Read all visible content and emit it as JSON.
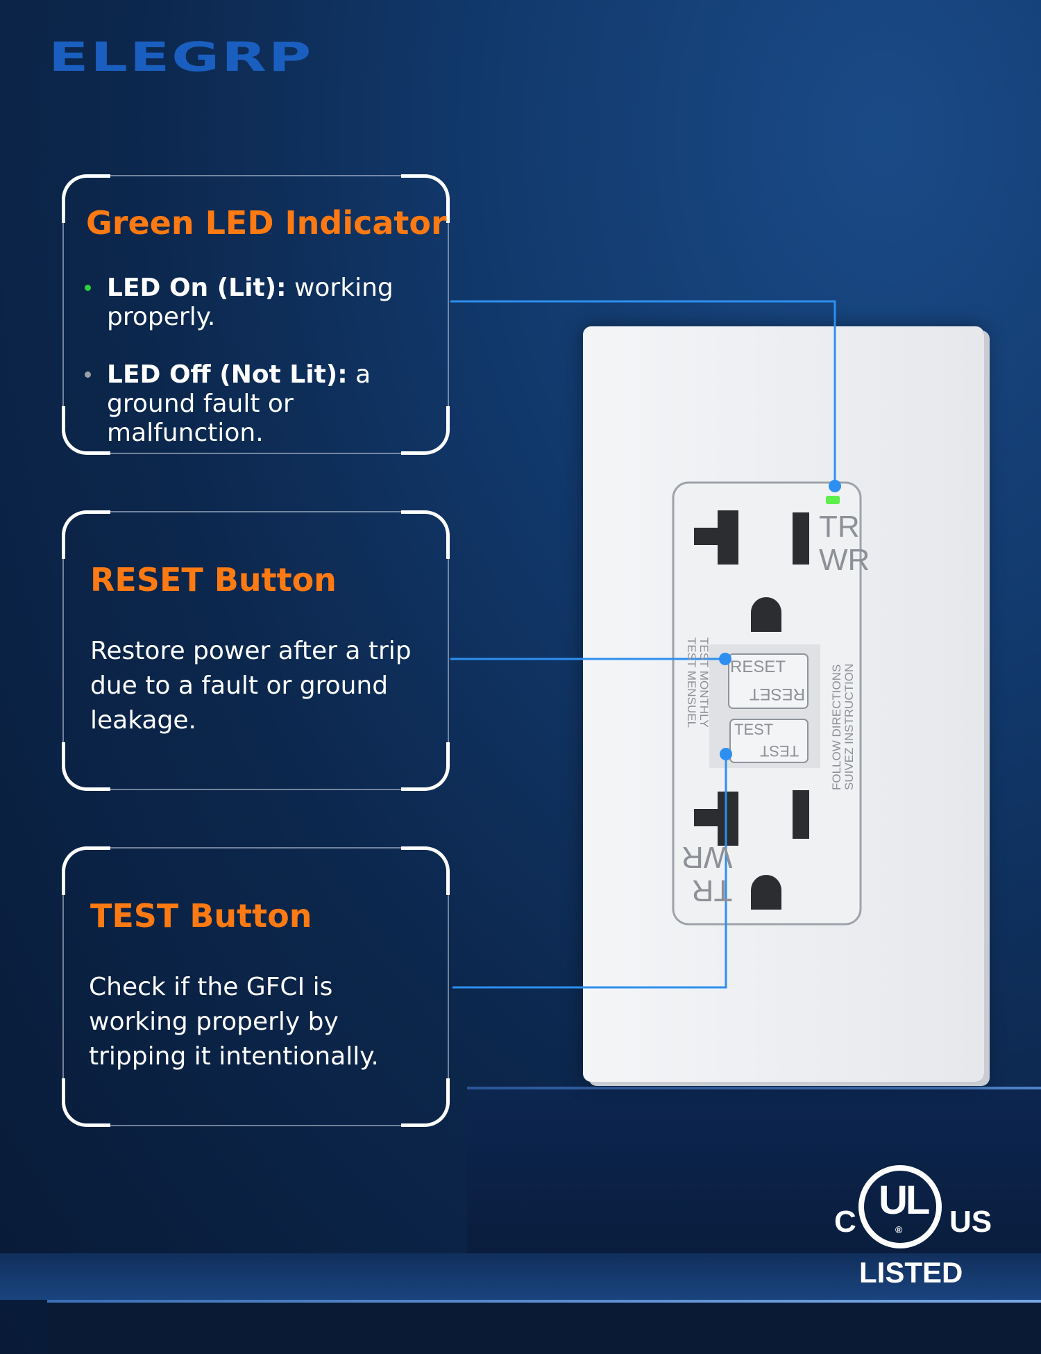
{
  "brand": {
    "logo_text": "ELEGRP",
    "color": "#1a5fc0"
  },
  "accent_color": "#ff7a12",
  "callouts": [
    {
      "title": "Green LED Indicator",
      "bullets": [
        {
          "bold": "LED On (Lit):",
          "text": " working properly.",
          "dot_color": "#2fd13a"
        },
        {
          "bold": "LED Off (Not Lit):",
          "text": " a ground fault or malfunction.",
          "dot_color": "#9aa0a8"
        }
      ]
    },
    {
      "title": "RESET Button",
      "body": "Restore power after a trip due to a fault or ground leakage."
    },
    {
      "title": "TEST Button",
      "body": "Check if the GFCI is working properly by tripping it intentionally."
    }
  ],
  "receptacle": {
    "top_mark": [
      "TR",
      "WR"
    ],
    "bottom_mark": [
      "TR",
      "WR"
    ],
    "reset_label": "RESET",
    "test_label": "TEST",
    "left_text": [
      "TEST MONTHLY",
      "TEST MENSUEL"
    ],
    "right_text": [
      "FOLLOW DIRECTIONS",
      "SUIVEZ INSTRUCTION"
    ],
    "led_color": "#5df04a"
  },
  "certification": {
    "left": "C",
    "mark": "UL",
    "right": "US",
    "bottom": "LISTED",
    "registered": "®"
  }
}
